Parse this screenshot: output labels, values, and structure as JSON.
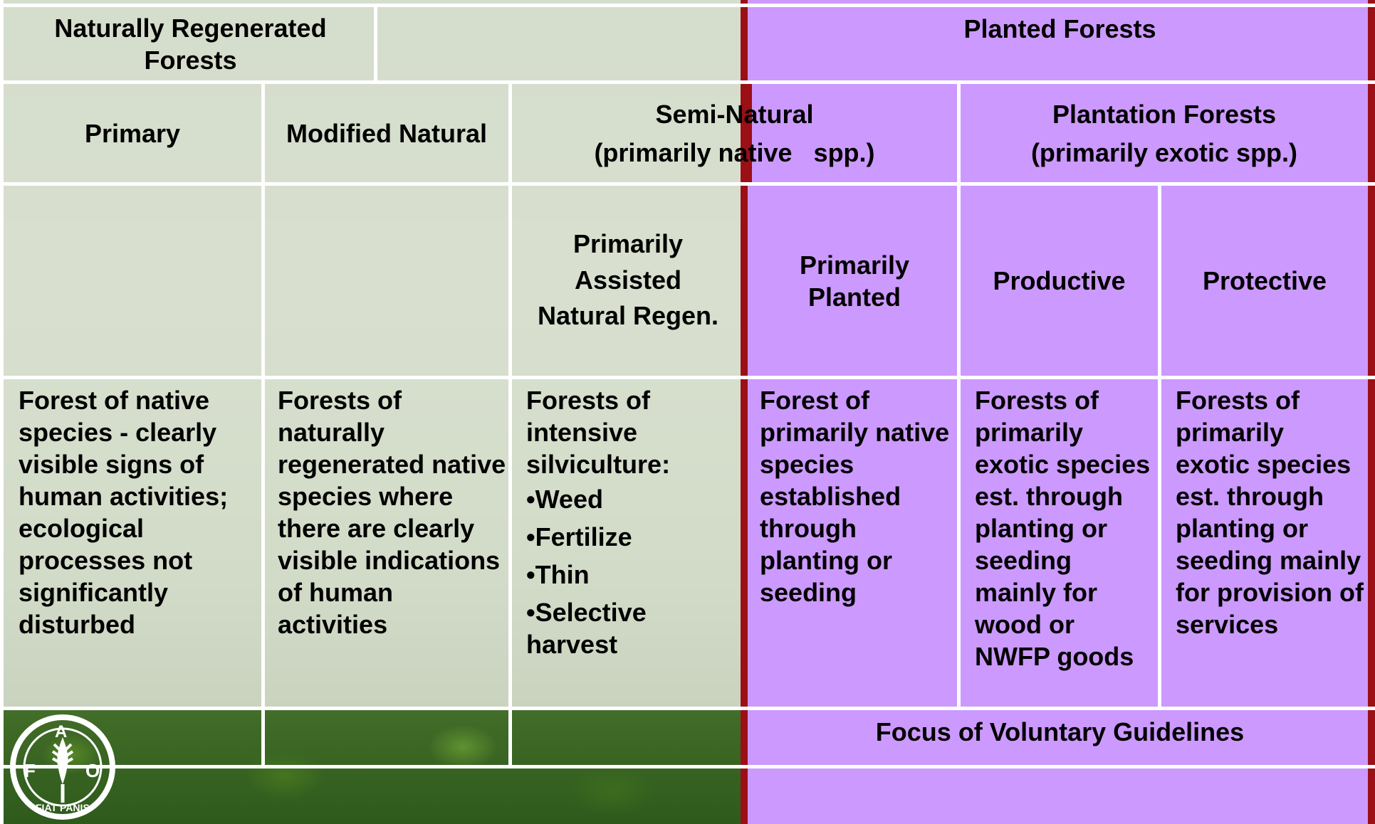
{
  "header": {
    "naturally_regenerated": "Naturally Regenerated\nForests",
    "planted_forests": "Planted Forests"
  },
  "categories": {
    "primary": "Primary",
    "modified_natural": "Modified Natural",
    "semi_natural_line1": "Semi-Natural",
    "semi_natural_line2": "(primarily native   spp.)",
    "plantation_line1": "Plantation Forests",
    "plantation_line2": "(primarily exotic spp.)"
  },
  "subcategories": {
    "assisted_regen": "Primarily\nAssisted\nNatural Regen.",
    "primarily_planted": "Primarily\nPlanted",
    "productive": "Productive",
    "protective": "Protective"
  },
  "descriptions": {
    "primary": "Forest of native species - clearly visible signs of human activities; ecological processes not significantly disturbed",
    "modified_natural": "Forests of naturally regenerated native species where there are clearly visible indications of human activities",
    "assisted_intro": "Forests of intensive silviculture:",
    "assisted_items": [
      "•Weed",
      "•Fertilize",
      "•Thin",
      "•Selective harvest"
    ],
    "primarily_planted": "Forest of primarily native species established through planting or seeding",
    "productive": "Forests of primarily exotic species est. through planting or seeding mainly for wood or NWFP goods",
    "protective": "Forests of primarily exotic species est. through planting or seeding mainly for provision of services"
  },
  "footer": {
    "focus": "Focus of Voluntary Guidelines"
  },
  "logo": {
    "icon": "fao-logo",
    "letters": [
      "F",
      "A",
      "O"
    ],
    "motto": "FIAT PANIS"
  },
  "colors": {
    "planted_bg": "#cc99ff",
    "divider": "#9b0f16",
    "grid_lines": "#ffffff"
  }
}
